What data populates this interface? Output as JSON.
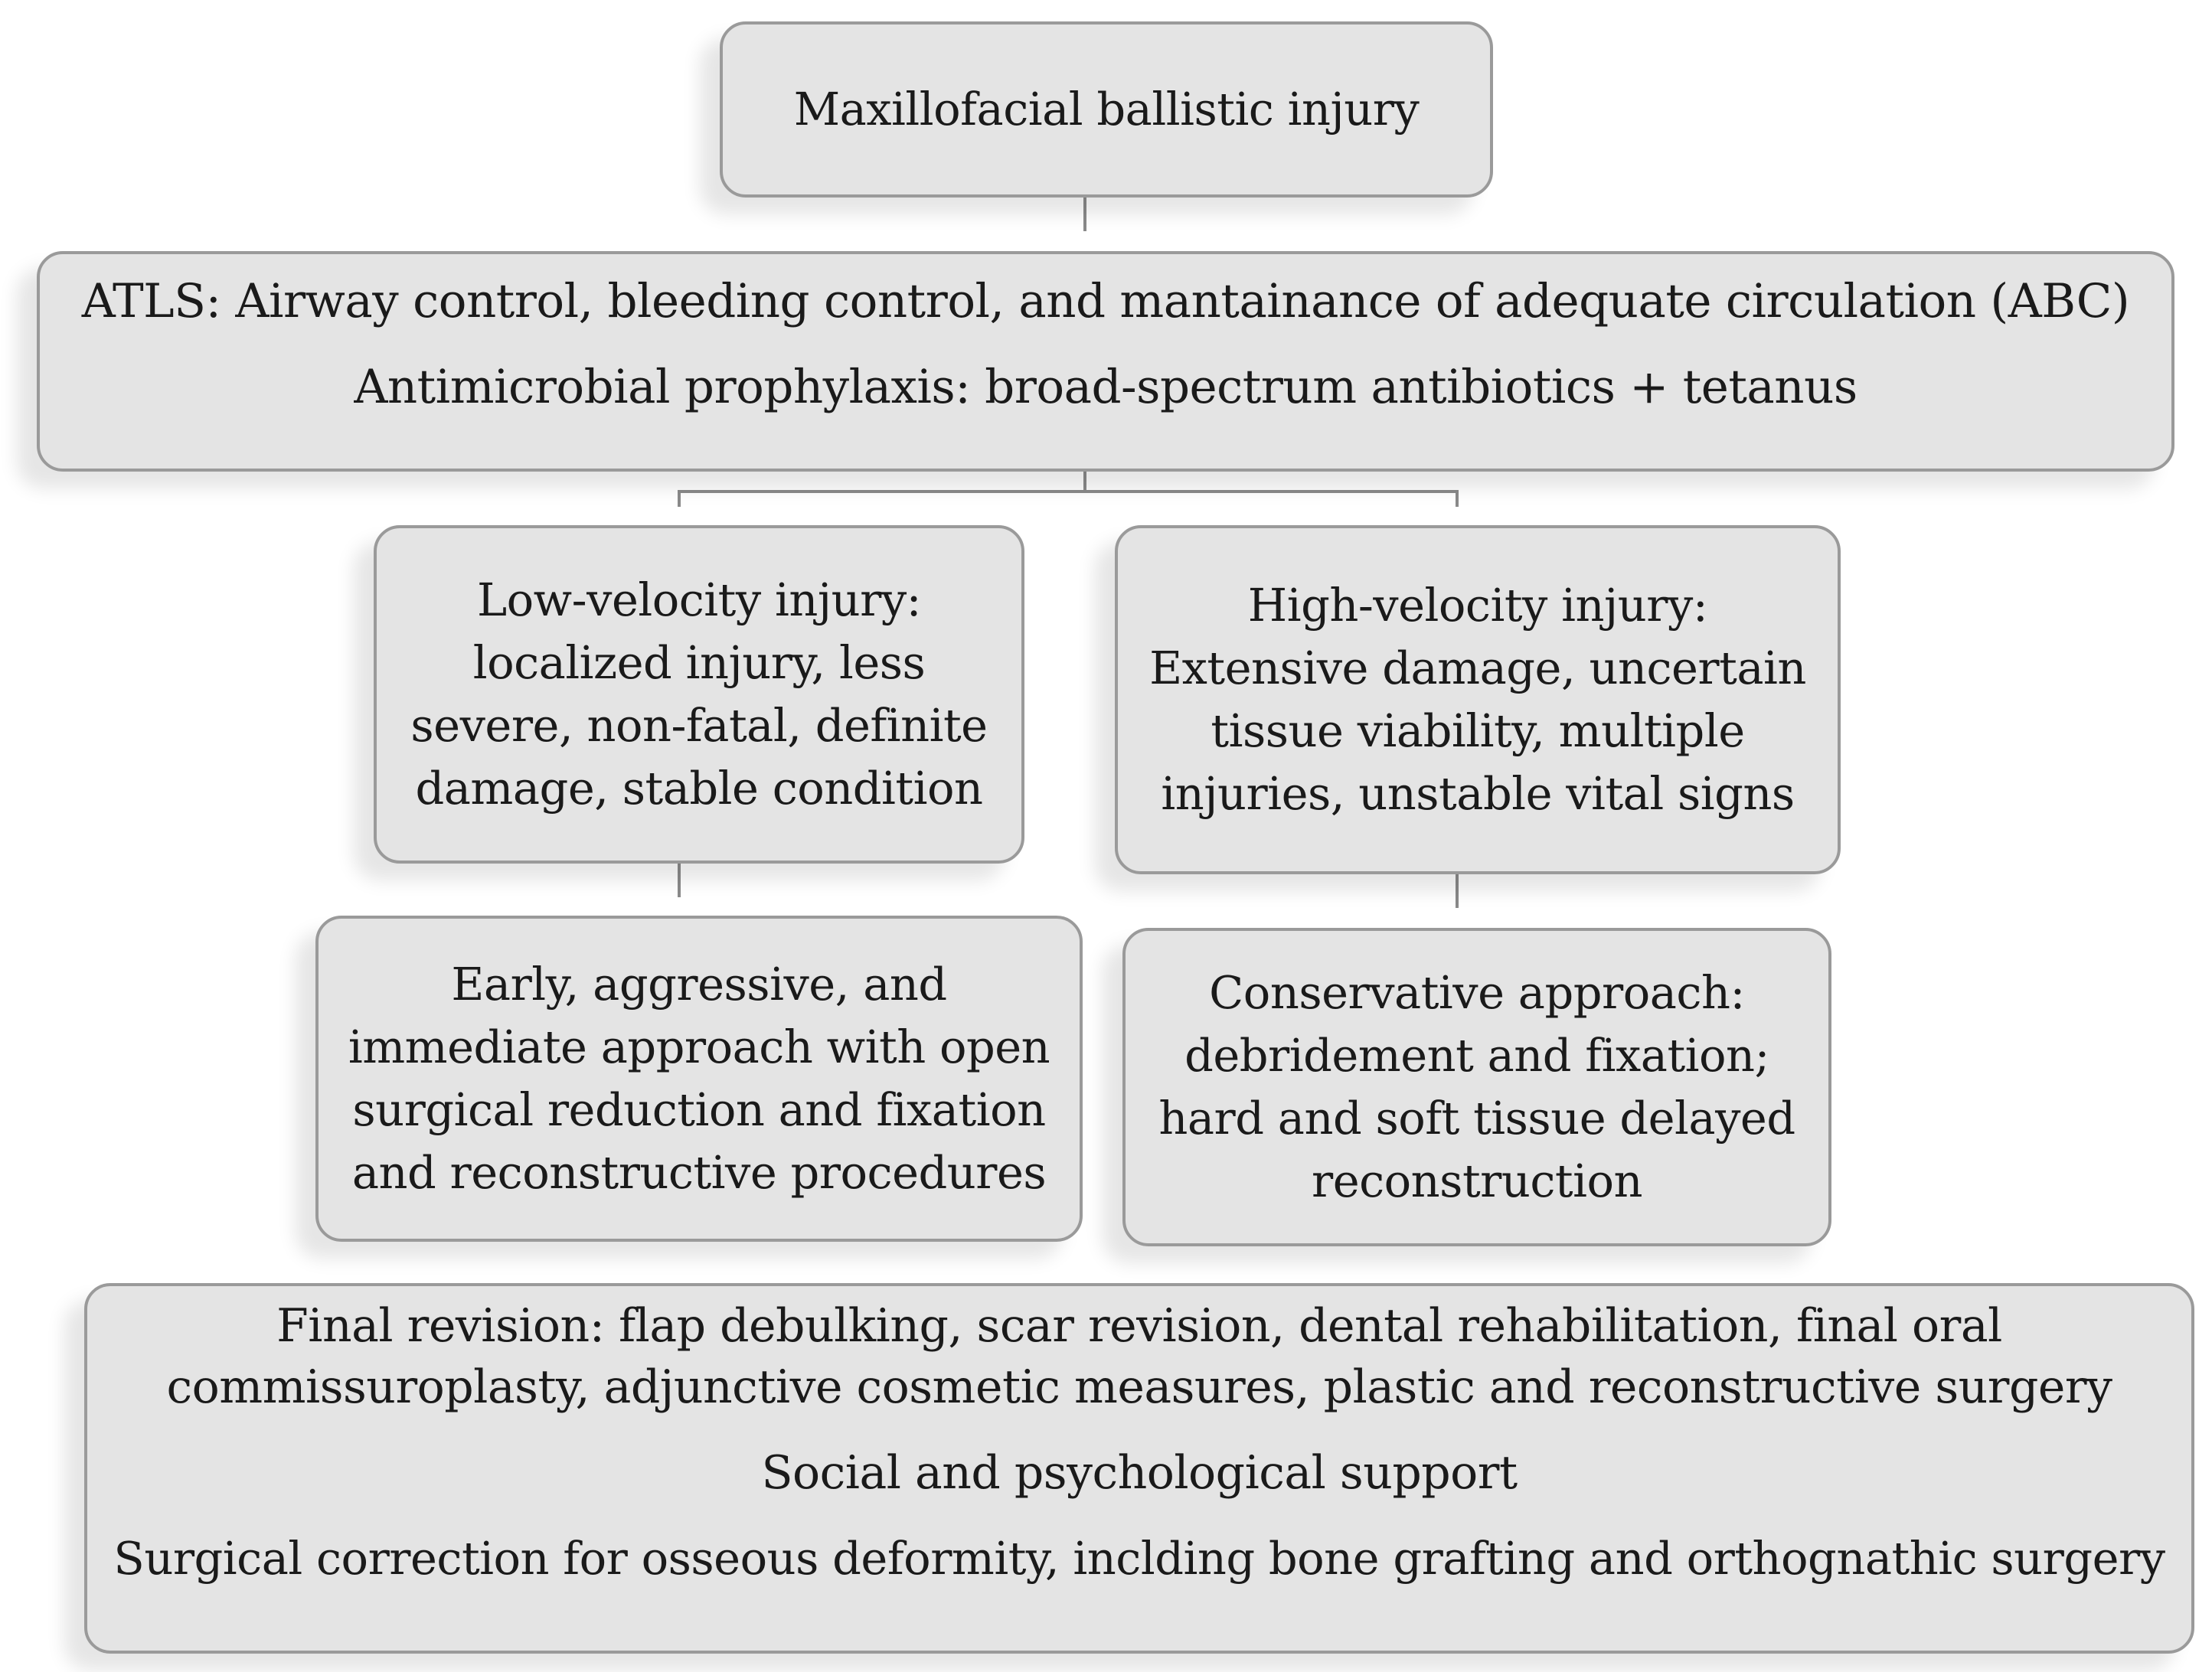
{
  "diagram": {
    "root": {
      "label": "Maxillofacial ballistic injury"
    },
    "initial_management": {
      "lines": [
        "ATLS: Airway control, bleeding control, and mantainance of adequate circulation (ABC)",
        "Antimicrobial prophylaxis: broad-spectrum antibiotics + tetanus"
      ]
    },
    "low_velocity": {
      "lines": [
        "Low-velocity injury:",
        "localized injury, less",
        "severe, non-fatal, definite",
        "damage, stable condition"
      ]
    },
    "high_velocity": {
      "lines": [
        "High-velocity injury:",
        "Extensive damage, uncertain",
        "tissue viability, multiple",
        "injuries, unstable vital signs"
      ]
    },
    "low_velocity_treatment": {
      "lines": [
        "Early, aggressive, and",
        "immediate approach with open",
        "surgical reduction and fixation",
        "and reconstructive procedures"
      ]
    },
    "high_velocity_treatment": {
      "lines": [
        "Conservative approach:",
        "debridement and fixation;",
        "hard and soft tissue delayed",
        "reconstruction"
      ]
    },
    "final": {
      "revision_lines": [
        "Final revision: flap debulking, scar revision, dental rehabilitation, final oral",
        "commissuroplasty, adjunctive cosmetic measures, plastic and reconstructive surgery"
      ],
      "support": "Social and psychological support",
      "correction": "Surgical correction for osseous deformity, inclding bone grafting and orthognathic surgery"
    }
  }
}
